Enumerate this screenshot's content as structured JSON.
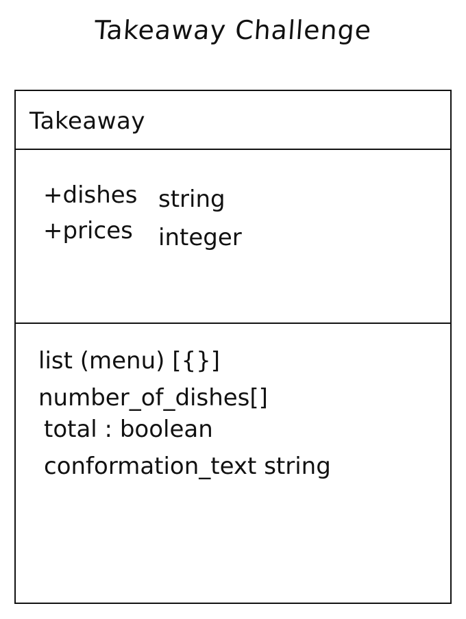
{
  "title": "Takeaway Challenge",
  "class_box": {
    "name": "Takeaway",
    "attributes": [
      {
        "name": "+dishes",
        "type": "string"
      },
      {
        "name": "+prices",
        "type": "integer"
      }
    ],
    "methods": [
      "list (menu)  [{}]",
      "number_of_dishes[]",
      "total : boolean",
      "conformation_text string"
    ]
  }
}
